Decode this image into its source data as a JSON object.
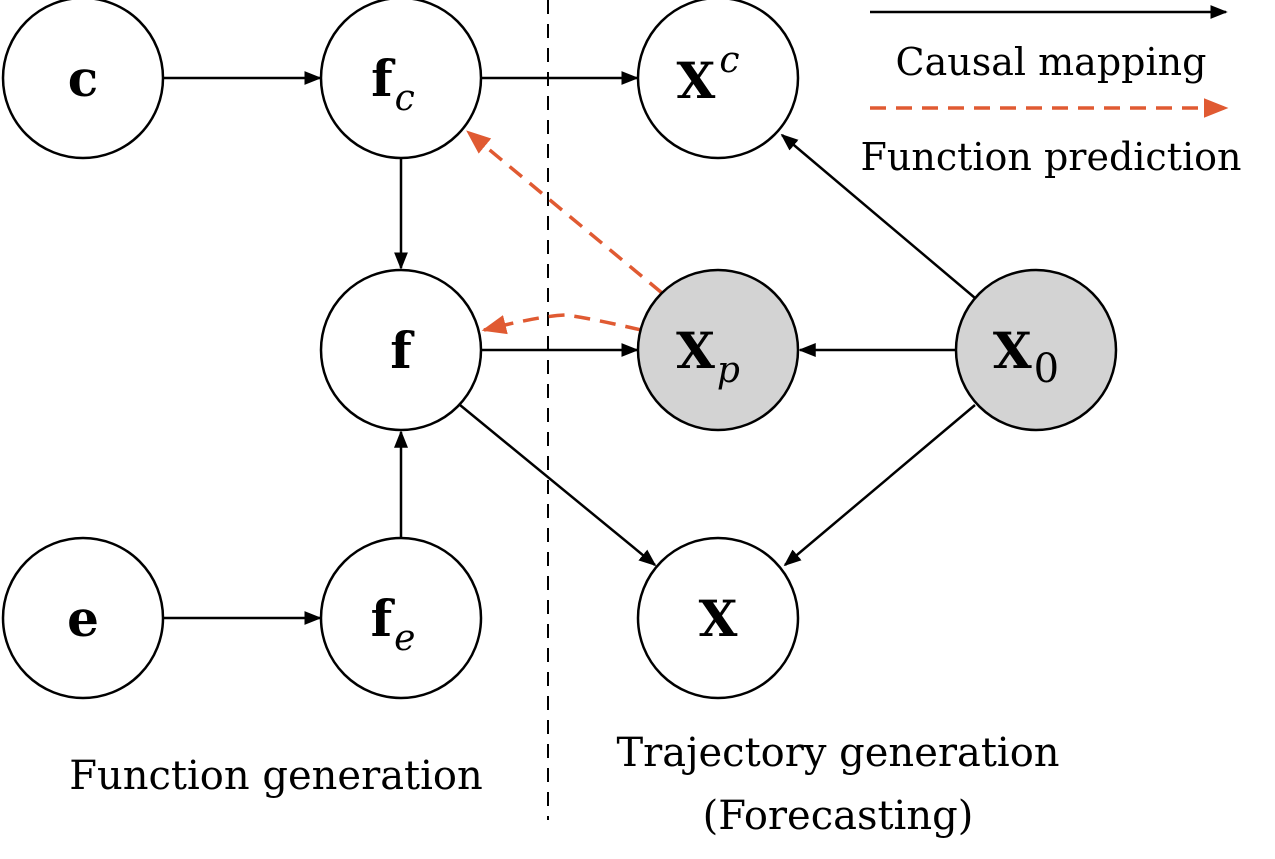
{
  "nodes": {
    "c": {
      "main": "c",
      "sub": "",
      "sup": ""
    },
    "fc": {
      "main": "f",
      "sub": "c",
      "sup": ""
    },
    "xc": {
      "main": "X",
      "sub": "",
      "sup": "c"
    },
    "f": {
      "main": "f",
      "sub": "",
      "sup": ""
    },
    "xp": {
      "main": "X",
      "sub": "p",
      "sup": ""
    },
    "x0": {
      "main": "X",
      "sub": "0",
      "sup": ""
    },
    "e": {
      "main": "e",
      "sub": "",
      "sup": ""
    },
    "fe": {
      "main": "f",
      "sub": "e",
      "sup": ""
    },
    "x": {
      "main": "X",
      "sub": "",
      "sup": ""
    }
  },
  "legend": {
    "causal_label": "Causal mapping",
    "prediction_label": "Function prediction"
  },
  "sections": {
    "left_label": "Function generation",
    "right_label_line1": "Trajectory generation",
    "right_label_line2": "(Forecasting)"
  },
  "colors": {
    "observed_fill": "#d3d3d3",
    "prediction_edge": "#e05a32",
    "causal_edge": "#000000"
  }
}
